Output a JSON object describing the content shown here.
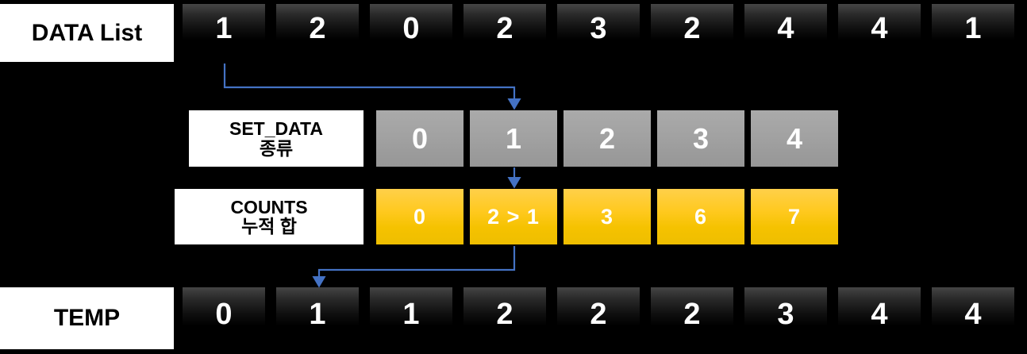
{
  "diagram": {
    "title": "Counting Sort - DATA List / SET_DATA / COUNTS / TEMP",
    "accent_arrow_color": "#4472C4",
    "rows": [
      {
        "key": "data_list",
        "label_line1": "DATA List",
        "label_line2": "",
        "style": "dark",
        "values": [
          "1",
          "2",
          "0",
          "2",
          "3",
          "2",
          "4",
          "4",
          "1"
        ]
      },
      {
        "key": "set_data",
        "label_line1": "SET_DATA",
        "label_line2": "종류",
        "style": "gray",
        "values": [
          "0",
          "1",
          "2",
          "3",
          "4"
        ]
      },
      {
        "key": "counts",
        "label_line1": "COUNTS",
        "label_line2": "누적 합",
        "style": "gold",
        "values": [
          "0",
          "2 > 1",
          "3",
          "6",
          "7"
        ]
      },
      {
        "key": "temp",
        "label_line1": "TEMP",
        "label_line2": "",
        "style": "dark",
        "values": [
          "0",
          "1",
          "1",
          "2",
          "2",
          "2",
          "3",
          "4",
          "4"
        ]
      }
    ],
    "connectors": [
      {
        "name": "data-to-setdata",
        "from": "DATA List cell index 0 (value 1)",
        "to": "SET_DATA cell index 1 (value 1)"
      },
      {
        "name": "setdata-to-counts",
        "from": "SET_DATA cell index 1 (value 1)",
        "to": "COUNTS cell index 1 (value 2 > 1)"
      },
      {
        "name": "counts-to-temp",
        "from": "COUNTS cell index 1 (value 2 > 1)",
        "to": "TEMP cell index 1 (value 1)"
      }
    ]
  }
}
